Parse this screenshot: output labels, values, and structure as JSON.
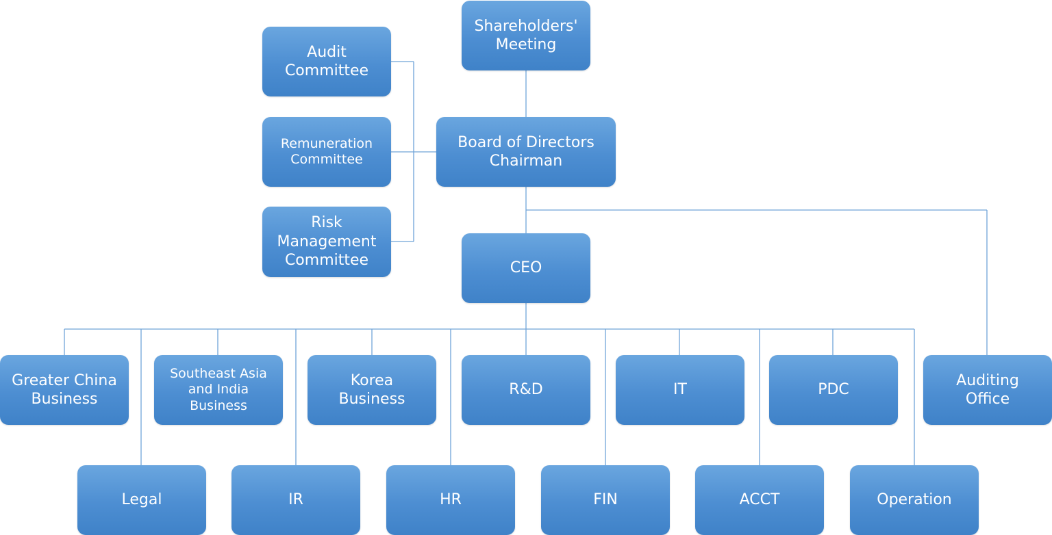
{
  "nodes": {
    "shareholders": "Shareholders'\nMeeting",
    "audit": "Audit\nCommittee",
    "remuneration": "Remuneration\nCommittee",
    "risk": "Risk\nManagement\nCommittee",
    "board": "Board of Directors\nChairman",
    "ceo": "CEO",
    "greater_china": "Greater China\nBusiness",
    "sea_india": "Southeast Asia\nand India\nBusiness",
    "korea": "Korea\nBusiness",
    "rd": "R&D",
    "it": "IT",
    "pdc": "PDC",
    "auditing_office": "Auditing\nOffice",
    "legal": "Legal",
    "ir": "IR",
    "hr": "HR",
    "fin": "FIN",
    "acct": "ACCT",
    "operation": "Operation"
  },
  "colors": {
    "box_top": "#6aa6df",
    "box_bottom": "#3f82c8",
    "line": "#6fa3d8",
    "text": "#ffffff"
  }
}
